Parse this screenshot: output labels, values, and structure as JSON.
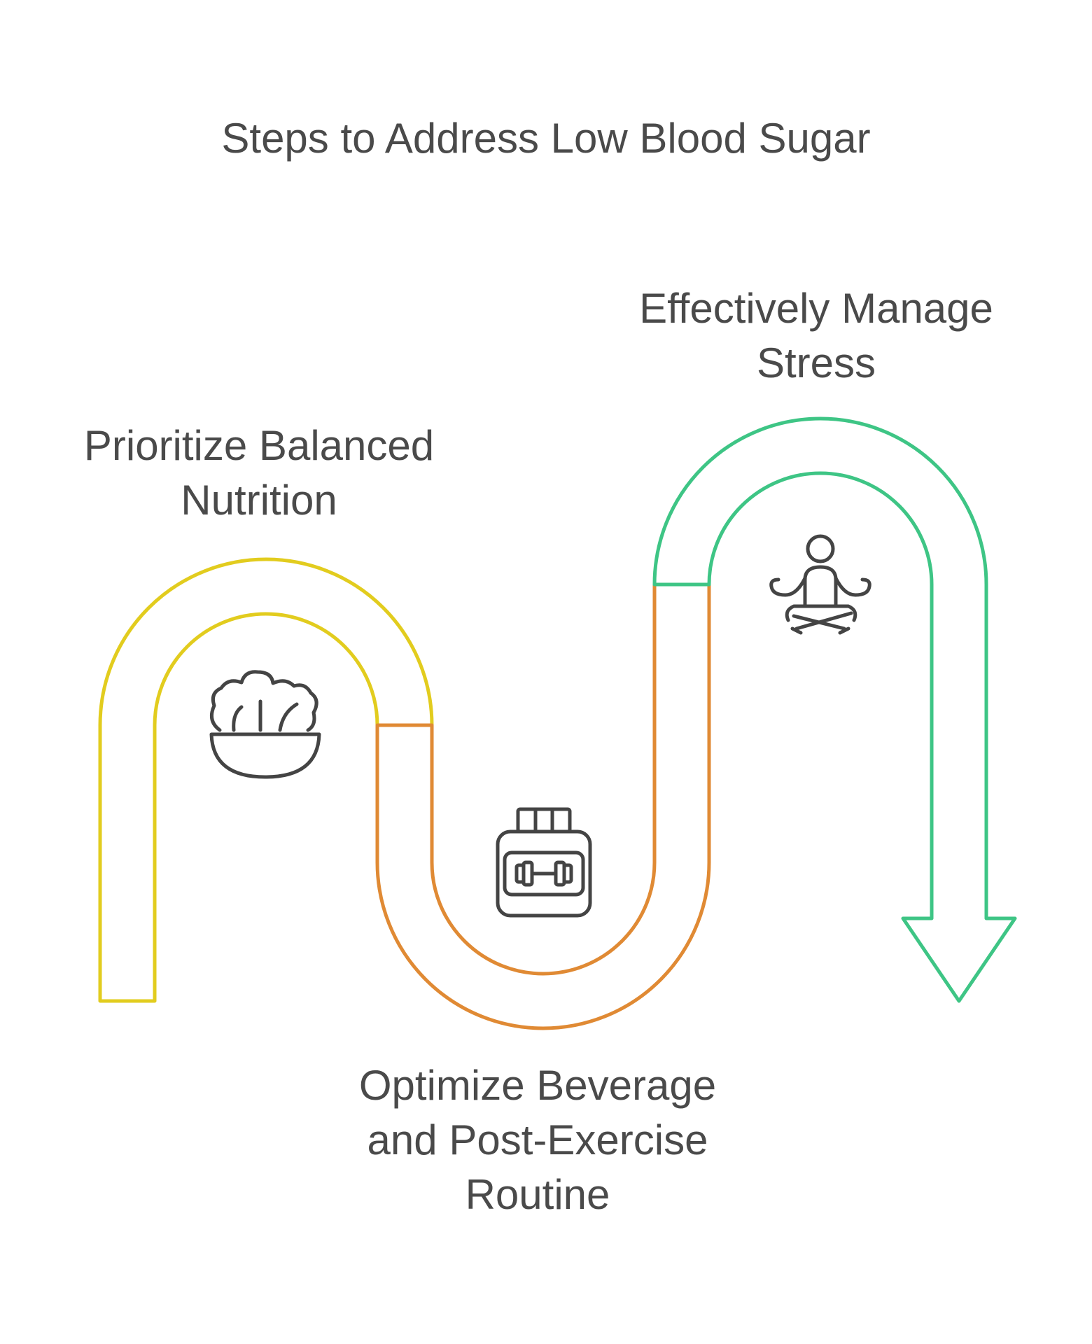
{
  "title": "Steps to Address Low Blood Sugar",
  "steps": [
    {
      "lines": [
        "Prioritize Balanced",
        "Nutrition"
      ],
      "color": "#e2cc1e",
      "icon": "salad-bowl-icon"
    },
    {
      "lines": [
        "Optimize Beverage",
        "and Post-Exercise",
        "Routine"
      ],
      "color": "#e08a34",
      "icon": "protein-supplement-jar-icon"
    },
    {
      "lines": [
        "Effectively Manage",
        "Stress"
      ],
      "color": "#3ec585",
      "icon": "meditation-pose-icon"
    }
  ],
  "colors": {
    "text": "#4a4a4a",
    "icon_stroke": "#444444"
  }
}
